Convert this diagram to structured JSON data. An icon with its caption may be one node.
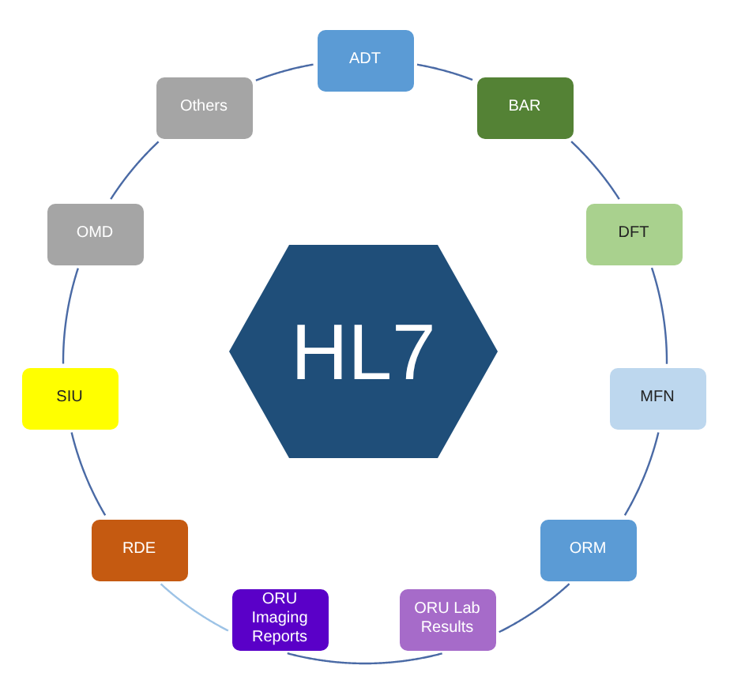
{
  "diagram": {
    "nodes": [
      {
        "text": [
          "HL7"
        ]
      },
      {
        "text": [
          "ADT"
        ]
      },
      {
        "text": [
          "BAR"
        ]
      },
      {
        "text": [
          "DFT"
        ]
      },
      {
        "text": [
          "MFN"
        ]
      },
      {
        "text": [
          "ORM"
        ]
      },
      {
        "text": [
          "ORU Lab Results"
        ]
      },
      {
        "text": [
          "ORU Imaging Reports"
        ]
      },
      {
        "text": [
          "RDE"
        ]
      },
      {
        "text": [
          "SIU"
        ]
      },
      {
        "text": [
          "OMD"
        ]
      },
      {
        "text": [
          "Others"
        ]
      }
    ],
    "edges": [
      {
        "from": 1,
        "to": 2,
        "arrow": "none"
      },
      {
        "from": 2,
        "to": 3,
        "arrow": "none"
      },
      {
        "from": 3,
        "to": 4,
        "arrow": "none"
      },
      {
        "from": 4,
        "to": 5,
        "arrow": "none"
      },
      {
        "from": 5,
        "to": 6,
        "arrow": "none"
      },
      {
        "from": 6,
        "to": 7,
        "arrow": "none"
      },
      {
        "from": 7,
        "to": 8,
        "arrow": "none",
        "color": "#9dc3e6"
      },
      {
        "from": 8,
        "to": 9,
        "arrow": "none"
      },
      {
        "from": 9,
        "to": 10,
        "arrow": "none"
      },
      {
        "from": 10,
        "to": 11,
        "arrow": "none"
      },
      {
        "from": 11,
        "to": 1,
        "arrow": "none"
      }
    ]
  }
}
